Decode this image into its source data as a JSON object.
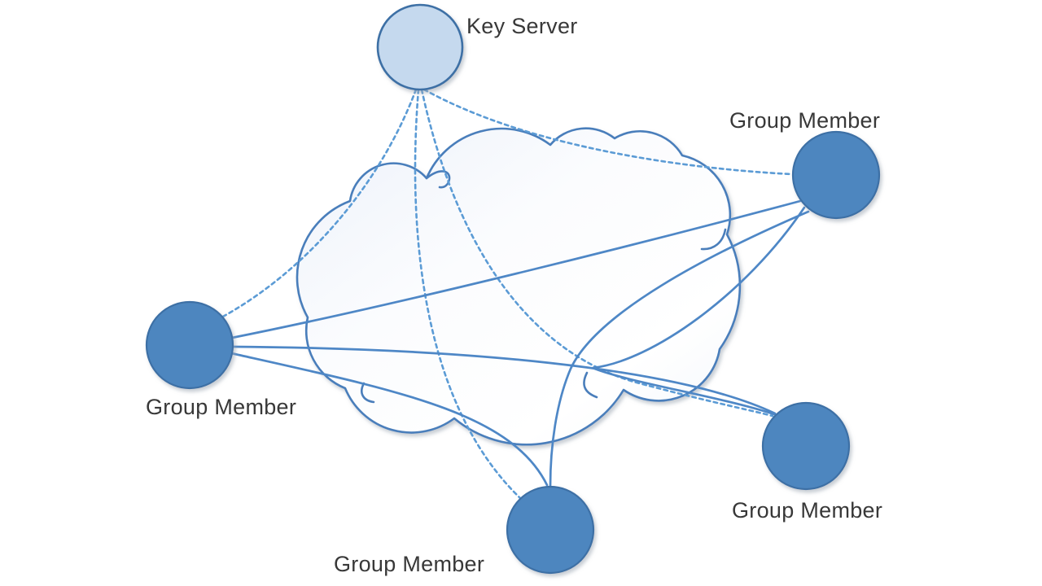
{
  "diagram": {
    "nodes": {
      "key_server": {
        "label": "Key Server",
        "role": "server"
      },
      "member_left": {
        "label": "Group Member",
        "role": "member"
      },
      "member_top_right": {
        "label": "Group Member",
        "role": "member"
      },
      "member_bottom_center": {
        "label": "Group Member",
        "role": "member"
      },
      "member_bottom_right": {
        "label": "Group Member",
        "role": "member"
      }
    },
    "edges": {
      "dashed_from_key_server": [
        "member_left",
        "member_top_right",
        "member_bottom_center",
        "member_bottom_right"
      ],
      "solid_member_links": [
        [
          "member_left",
          "member_top_right"
        ],
        [
          "member_left",
          "member_bottom_center"
        ],
        [
          "member_left",
          "member_bottom_right"
        ],
        [
          "member_top_right",
          "member_bottom_center"
        ],
        [
          "member_top_right",
          "member_bottom_right"
        ]
      ]
    },
    "colors": {
      "member_fill": "#4e86bf",
      "member_stroke": "#3d6fa5",
      "key_server_fill": "#c5d9ee",
      "key_server_stroke": "#3d6fa5",
      "solid_connector": "#4e87c6",
      "dashed_connector": "#5b9bd5",
      "cloud_stroke": "#4a7ebb",
      "label_color": "#383838",
      "background": "#ffffff"
    }
  }
}
